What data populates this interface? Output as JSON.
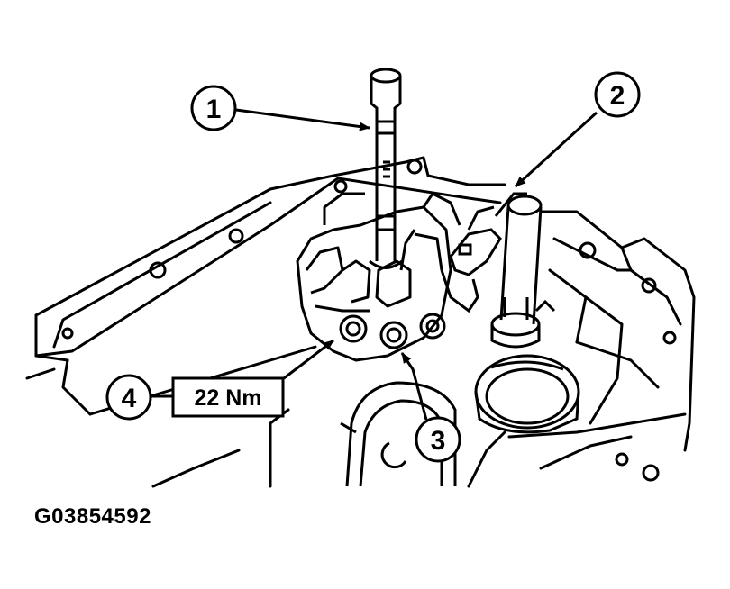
{
  "figure": {
    "id": "G03854592",
    "callouts": [
      {
        "number": "1"
      },
      {
        "number": "2"
      },
      {
        "number": "3"
      },
      {
        "number": "4"
      }
    ],
    "torque_label": "22 Nm"
  },
  "colors": {
    "line": "#000000",
    "background": "#ffffff"
  }
}
